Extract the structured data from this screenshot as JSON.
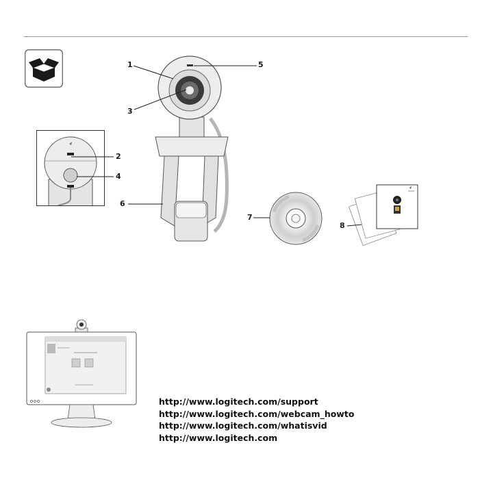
{
  "callouts": [
    "1",
    "2",
    "3",
    "4",
    "5",
    "6",
    "7",
    "8"
  ],
  "links": [
    "http://www.logitech.com/support",
    "http://www.logitech.com/webcam_howto",
    "http://www.logitech.com/whatisvid",
    "http://www.logitech.com"
  ]
}
